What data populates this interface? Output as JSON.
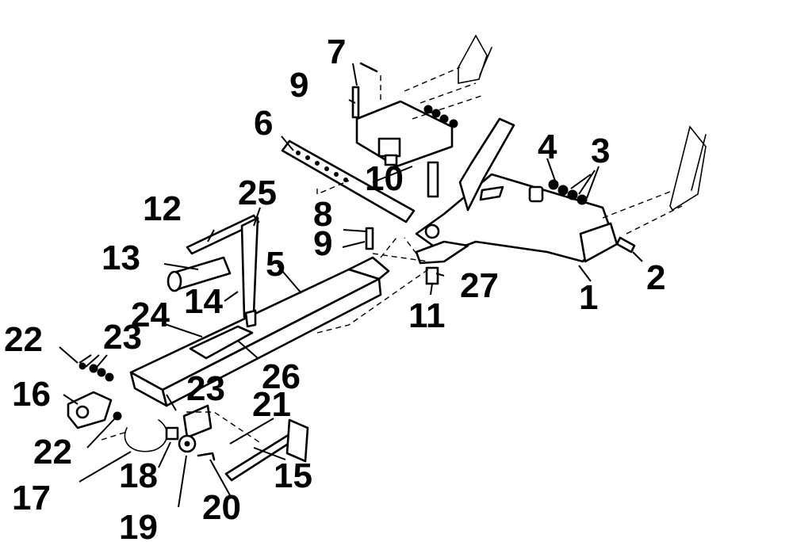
{
  "callouts": {
    "c1": "1",
    "c2": "2",
    "c3": "3",
    "c4": "4",
    "c5": "5",
    "c6": "6",
    "c7": "7",
    "c8": "8",
    "c9a": "9",
    "c9b": "9",
    "c10": "10",
    "c11": "11",
    "c12": "12",
    "c13": "13",
    "c14": "14",
    "c15": "15",
    "c16": "16",
    "c17": "17",
    "c18": "18",
    "c19": "19",
    "c20": "20",
    "c21": "21",
    "c22a": "22",
    "c22b": "22",
    "c23a": "23",
    "c23b": "23",
    "c24": "24",
    "c25": "25",
    "c26": "26",
    "c27": "27"
  }
}
